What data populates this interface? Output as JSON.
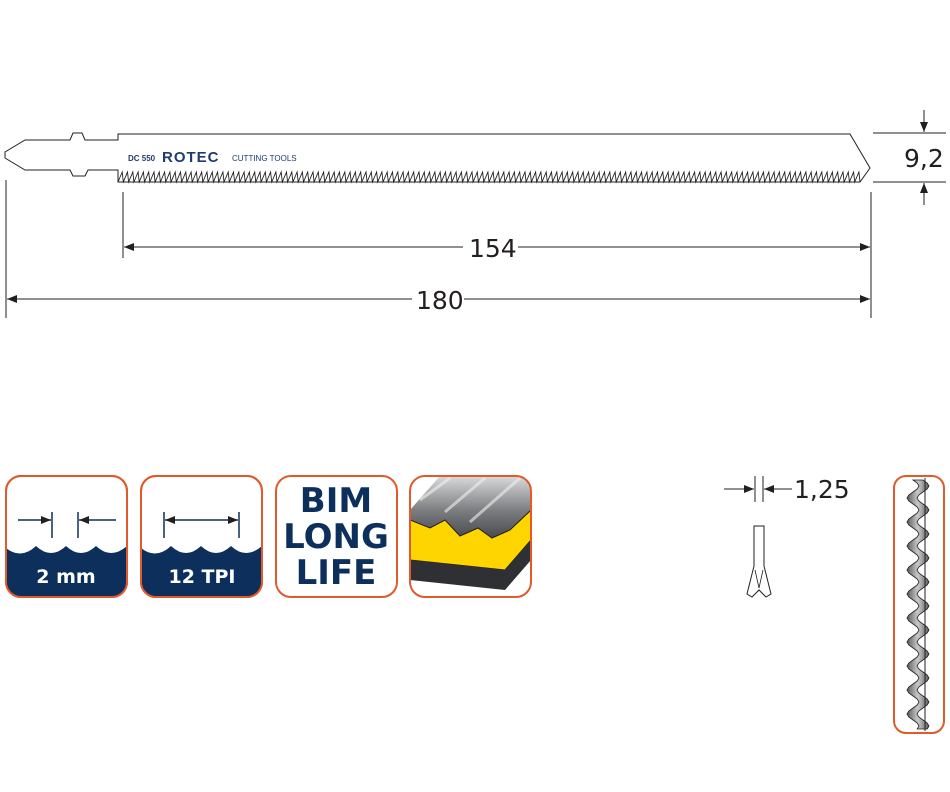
{
  "blade": {
    "model": "DC 550",
    "brand": "ROTEC",
    "tagline": "CUTTING TOOLS"
  },
  "dimensions": {
    "width": "9,2",
    "working_length": "154",
    "total_length": "180",
    "thickness": "1,25"
  },
  "badges": {
    "tooth_pitch": "2 mm",
    "tpi": "12 TPI",
    "bim_line1": "BIM",
    "bim_line2": "LONG",
    "bim_line3": "LIFE"
  },
  "colors": {
    "badge_border": "#e05a2b",
    "badge_fill": "#0d2f5c",
    "line": "#231f20",
    "brand": "#1f3b70",
    "bimetal_yellow": "#ffd500"
  }
}
